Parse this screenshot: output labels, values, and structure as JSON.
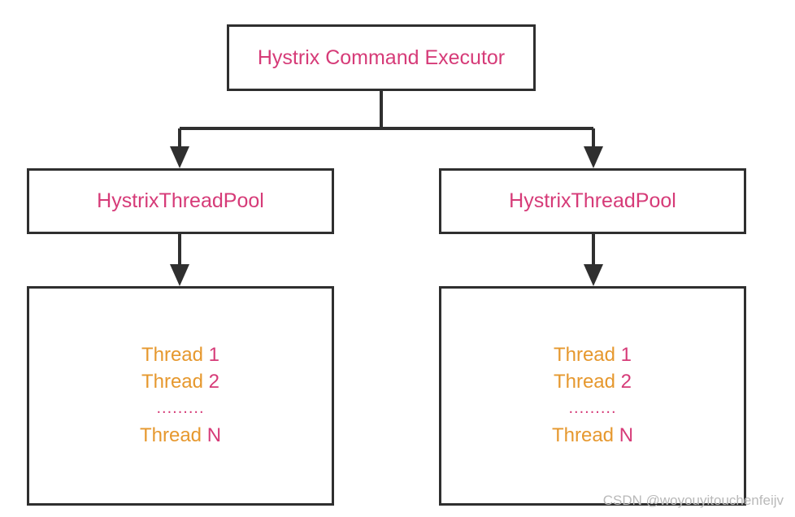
{
  "diagram": {
    "root": {
      "label": "Hystrix Command Executor"
    },
    "pools": [
      {
        "label": "HystrixThreadPool",
        "threads": [
          {
            "word": "Thread",
            "id": "1"
          },
          {
            "word": "Thread",
            "id": "2"
          },
          {
            "ellipsis": "........."
          },
          {
            "word": "Thread",
            "id": "N"
          }
        ]
      },
      {
        "label": "HystrixThreadPool",
        "threads": [
          {
            "word": "Thread",
            "id": "1"
          },
          {
            "word": "Thread",
            "id": "2"
          },
          {
            "ellipsis": "........."
          },
          {
            "word": "Thread",
            "id": "N"
          }
        ]
      }
    ]
  },
  "watermark": "CSDN @woyouyitouchenfeijv",
  "colors": {
    "line": "#2f2f2f",
    "title_text": "#d63b78",
    "thread_word": "#e6982e",
    "thread_number": "#d63b78",
    "watermark": "#b9b9b9"
  }
}
